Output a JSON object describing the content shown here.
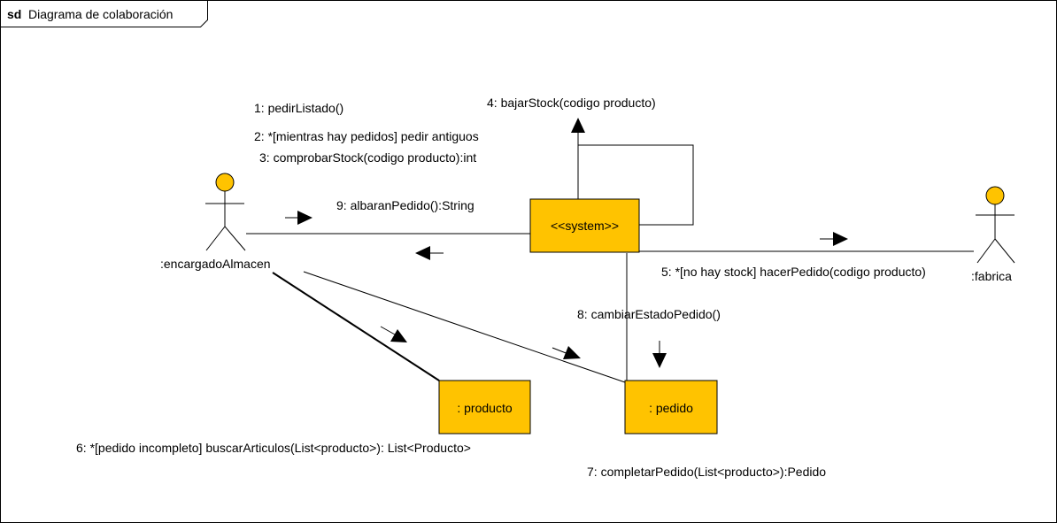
{
  "frame": {
    "keyword": "sd",
    "title": "Diagrama de colaboración"
  },
  "actors": {
    "encargado": ":encargadoAlmacen",
    "fabrica": ":fabrica"
  },
  "objects": {
    "system": "<<system>>",
    "producto": ": producto",
    "pedido": ": pedido"
  },
  "messages": {
    "m1": "1: pedirListado()",
    "m2": "2: *[mientras hay pedidos] pedir antiguos",
    "m3": "3: comprobarStock(codigo producto):int",
    "m4": "4: bajarStock(codigo producto)",
    "m5": "5: *[no hay stock] hacerPedido(codigo producto)",
    "m6": "6: *[pedido incompleto] buscarArticulos(List<producto>): List<Producto>",
    "m7": "7: completarPedido(List<producto>):Pedido",
    "m8": "8: cambiarEstadoPedido()",
    "m9": "9: albaranPedido():String"
  },
  "colors": {
    "object_fill": "#FFC300",
    "actor_head": "#FFC300",
    "line": "#000000",
    "frame_border": "#000000",
    "background": "#FFFFFF"
  }
}
